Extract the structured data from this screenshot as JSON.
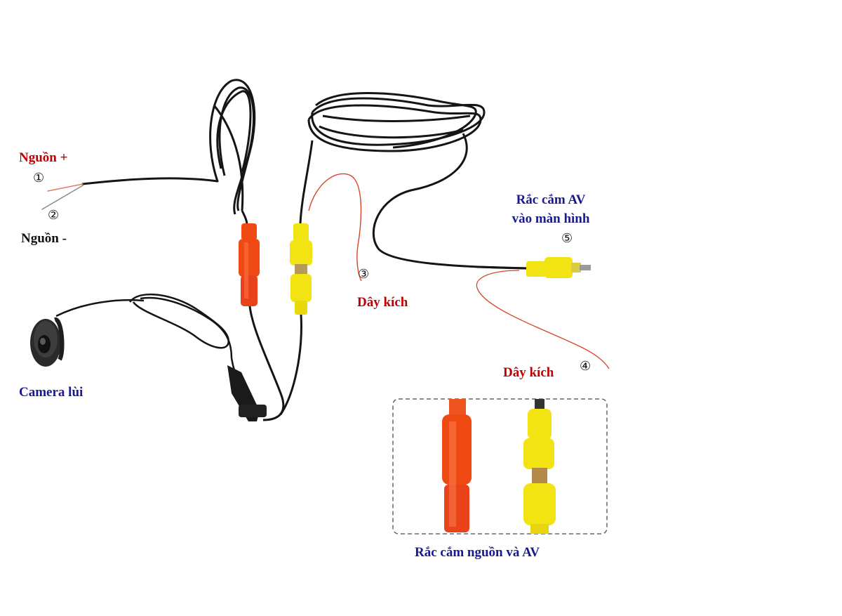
{
  "colors": {
    "red_label": "#c00000",
    "blue_label": "#1a1a8c",
    "black_label": "#111111",
    "cable": "#151515",
    "red_plug": "#f04a14",
    "yellow_plug": "#f2e312",
    "trigger_wire": "#d9442a",
    "inset_border": "#666666"
  },
  "labels": {
    "power_plus": "Nguồn +",
    "power_minus": "Nguồn -",
    "camera": "Camera lùi",
    "trigger_1": "Dây kích",
    "trigger_2": "Dây kích",
    "av_line1": "Rắc cắm AV",
    "av_line2": "vào màn hình",
    "inset_caption": "Rắc cắm nguồn và AV"
  },
  "markers": {
    "m1": "①",
    "m2": "②",
    "m3": "③",
    "m4": "④",
    "m5": "⑤"
  },
  "icons": {
    "camera": "camera-icon",
    "red_plug": "red-power-plug",
    "yellow_plug": "yellow-rca-plug"
  }
}
